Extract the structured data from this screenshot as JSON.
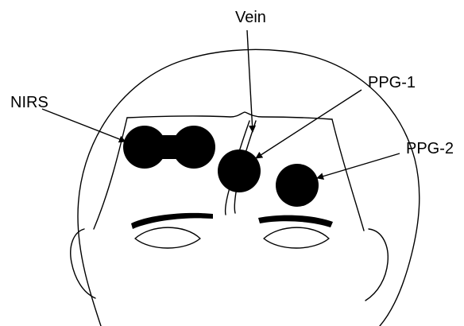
{
  "labels": {
    "vein": "Vein",
    "nirs": "NIRS",
    "ppg1": "PPG-1",
    "ppg2": "PPG-2"
  },
  "colors": {
    "ink": "#000000",
    "background": "#ffffff"
  }
}
